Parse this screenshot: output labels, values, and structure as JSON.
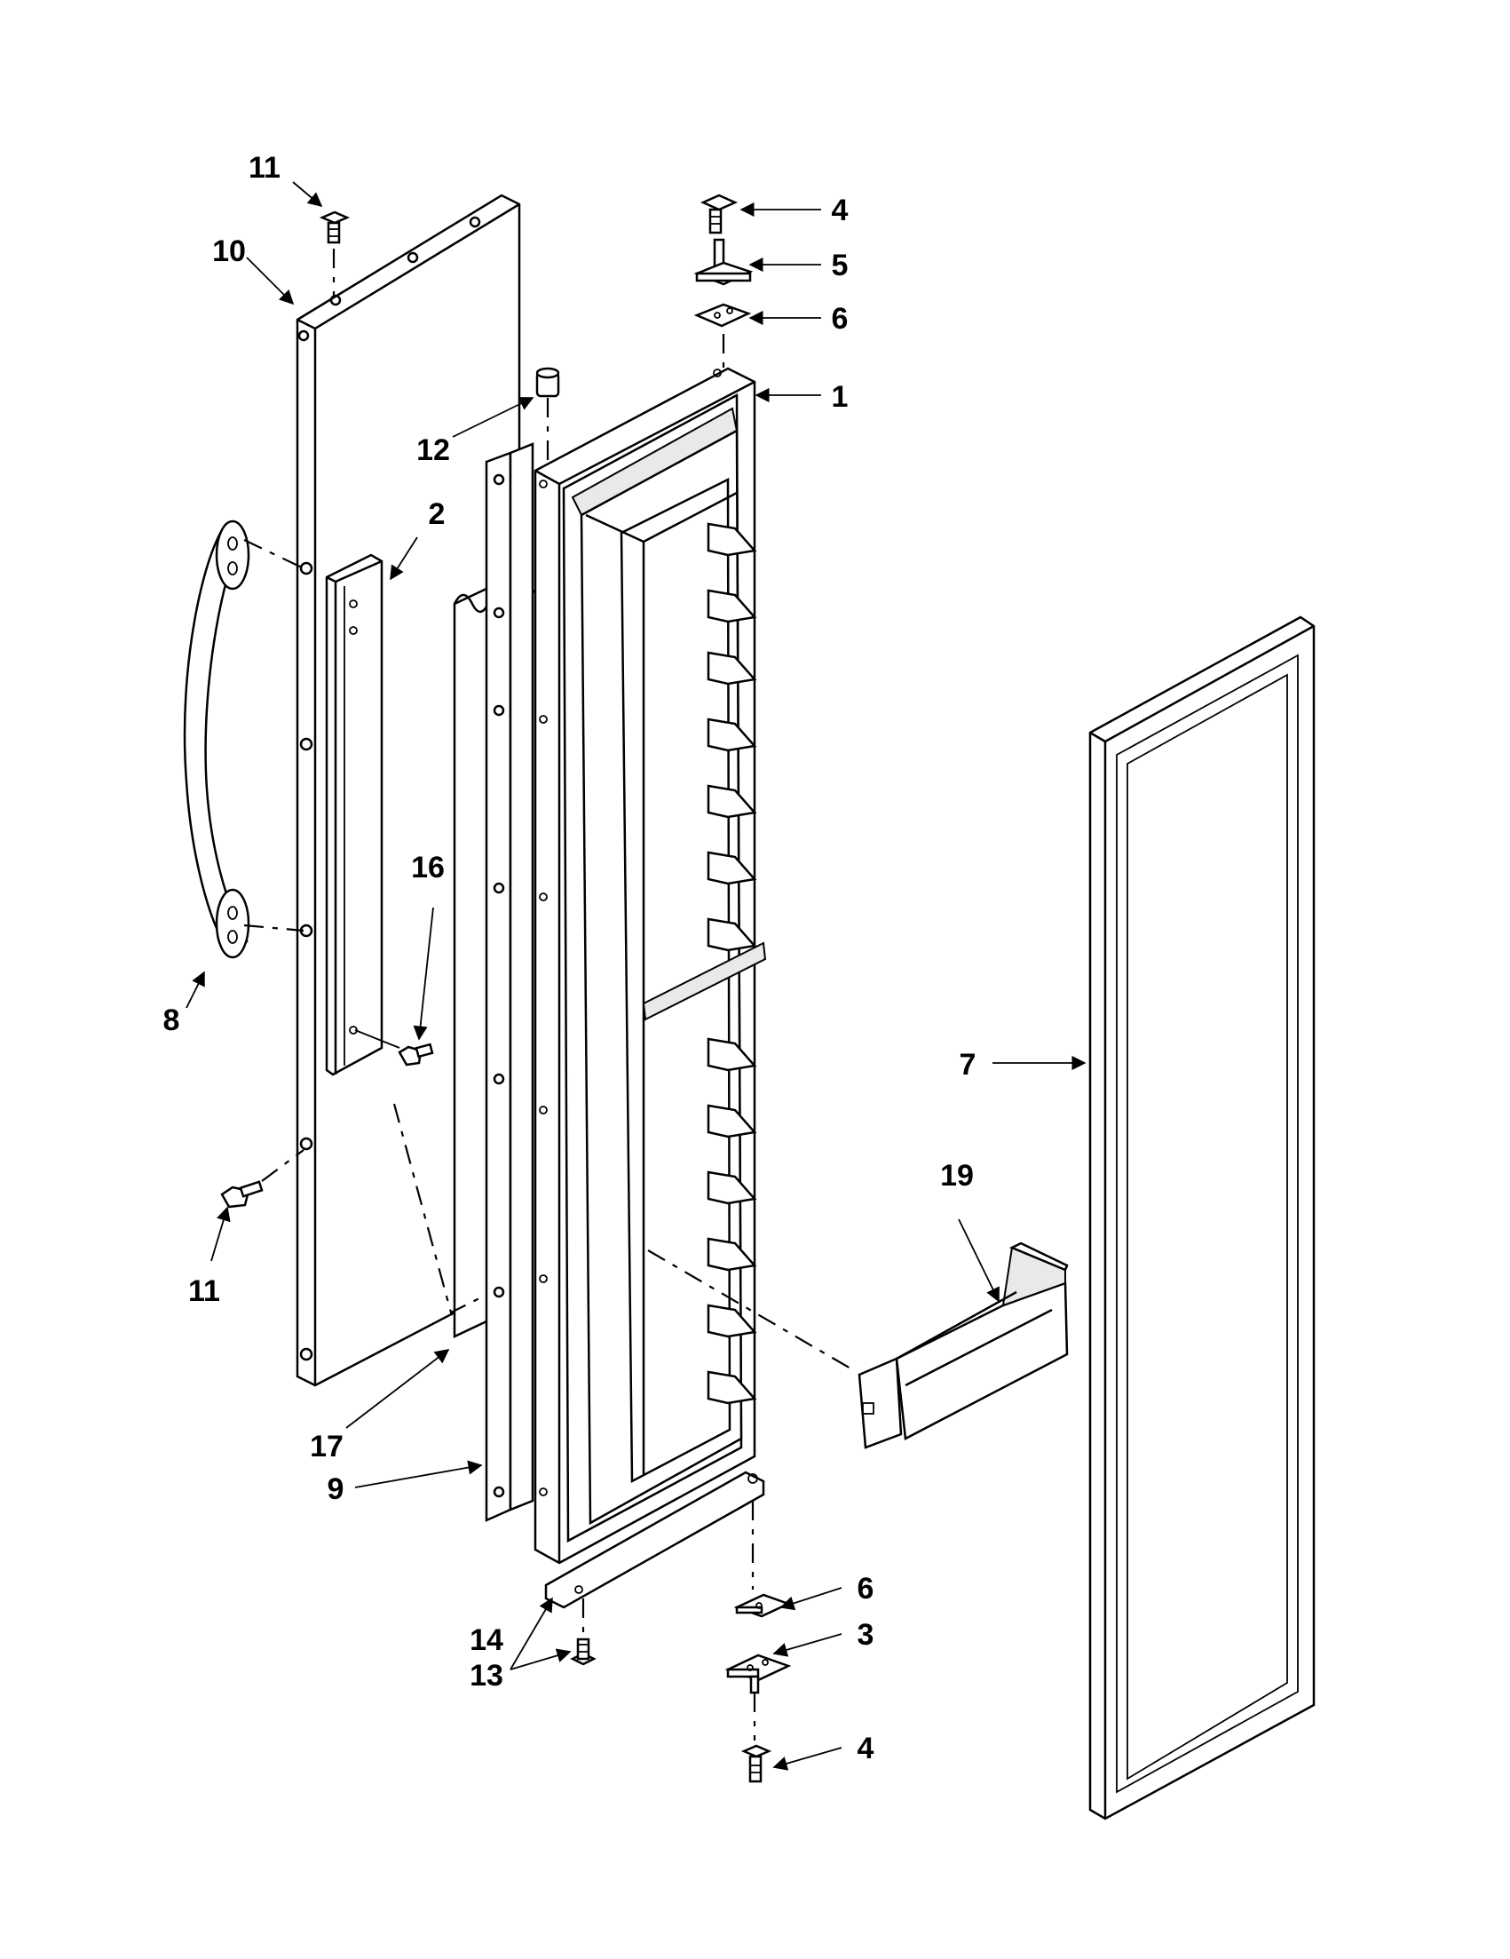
{
  "callouts": [
    {
      "id": "c11a",
      "label": "11"
    },
    {
      "id": "c10",
      "label": "10"
    },
    {
      "id": "c4a",
      "label": "4"
    },
    {
      "id": "c5",
      "label": "5"
    },
    {
      "id": "c6a",
      "label": "6"
    },
    {
      "id": "c1",
      "label": "1"
    },
    {
      "id": "c12",
      "label": "12"
    },
    {
      "id": "c2",
      "label": "2"
    },
    {
      "id": "c16",
      "label": "16"
    },
    {
      "id": "c8",
      "label": "8"
    },
    {
      "id": "c7",
      "label": "7"
    },
    {
      "id": "c19",
      "label": "19"
    },
    {
      "id": "c11b",
      "label": "11"
    },
    {
      "id": "c17",
      "label": "17"
    },
    {
      "id": "c9",
      "label": "9"
    },
    {
      "id": "c6b",
      "label": "6"
    },
    {
      "id": "c3",
      "label": "3"
    },
    {
      "id": "c14",
      "label": "14"
    },
    {
      "id": "c13",
      "label": "13"
    },
    {
      "id": "c4b",
      "label": "4"
    }
  ]
}
